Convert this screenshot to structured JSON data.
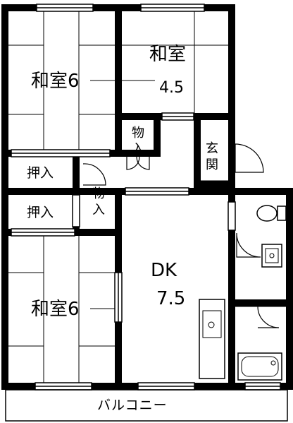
{
  "rooms": {
    "washitsu_top_left": {
      "name": "和室",
      "size": "6"
    },
    "washitsu_top_right": {
      "name": "和室",
      "size": "4.5"
    },
    "washitsu_bottom_left": {
      "name": "和室",
      "size": "6"
    },
    "dk": {
      "name": "DK",
      "size": "7.5"
    },
    "genkan": "玄関",
    "closet_upper": "押入",
    "closet_lower": "押入",
    "storage_upper": "物入",
    "storage_lower": "物入",
    "balcony": "バルコニー"
  },
  "colors": {
    "wall": "#000000",
    "background": "#ffffff",
    "line": "#000000"
  }
}
